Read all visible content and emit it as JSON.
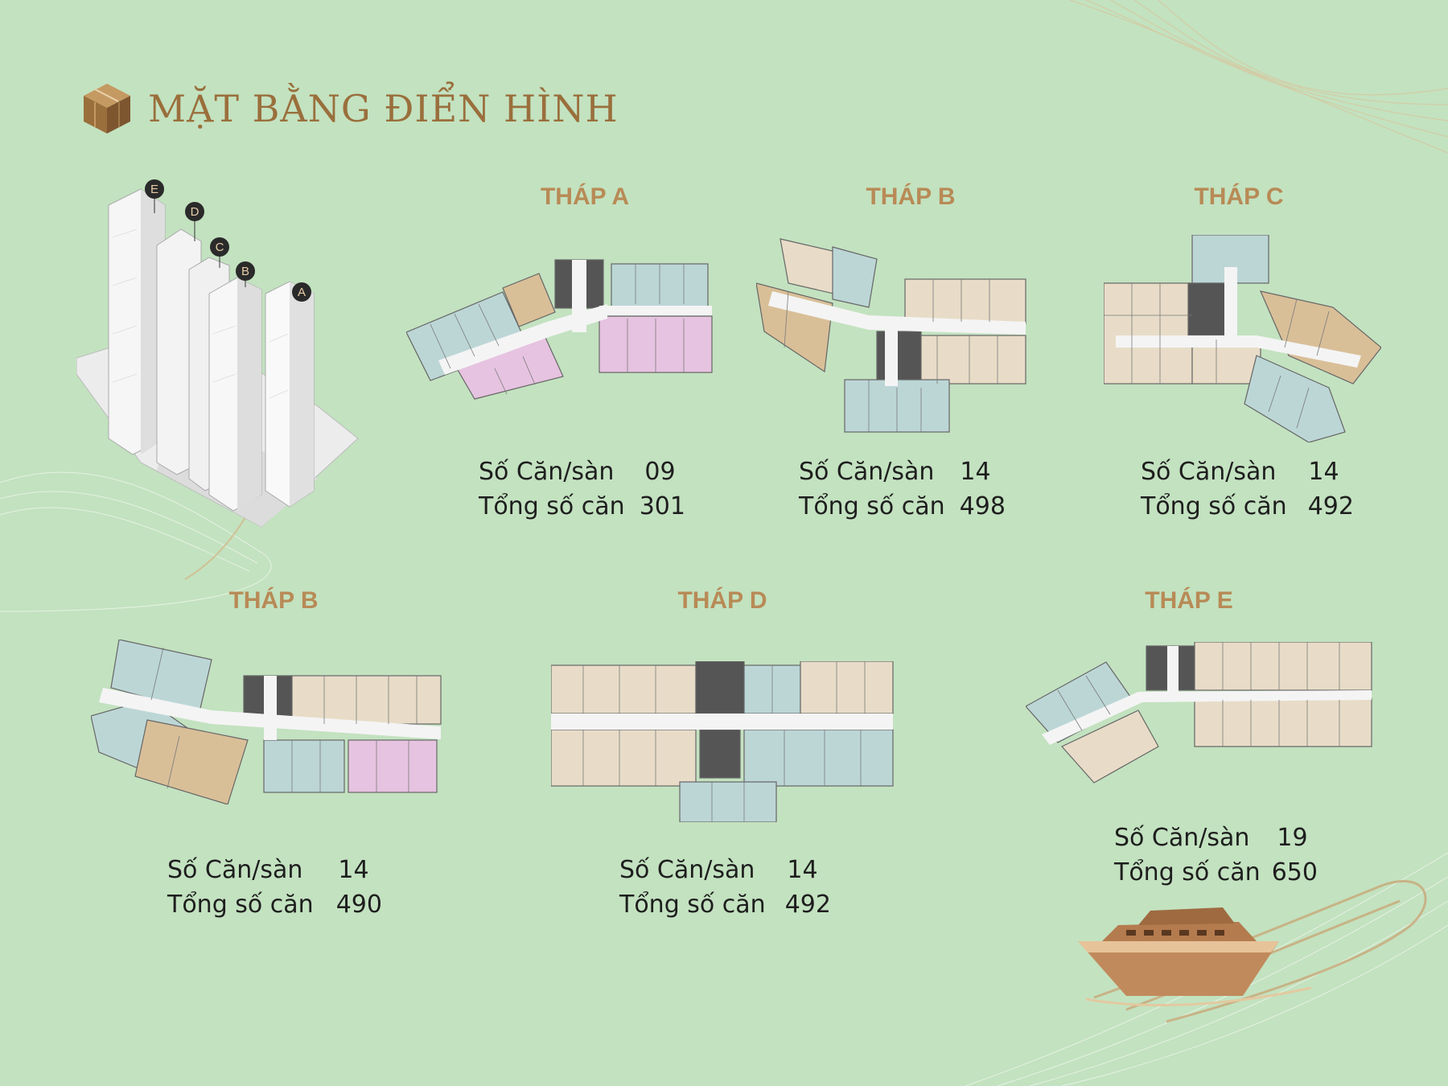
{
  "page": {
    "title": "MẶT BẰNG ĐIỂN HÌNH"
  },
  "illustration": {
    "labels": [
      "E",
      "D",
      "C",
      "B",
      "A"
    ]
  },
  "towers": [
    {
      "name": "THÁP A",
      "units_label": "Số Căn/sàn",
      "units_value": "09",
      "total_label": "Tổng số căn",
      "total_value": "301"
    },
    {
      "name": "THÁP B",
      "units_label": "Số Căn/sàn",
      "units_value": "14",
      "total_label": "Tổng số căn",
      "total_value": "498"
    },
    {
      "name": "THÁP C",
      "units_label": "Số Căn/sàn",
      "units_value": "14",
      "total_label": "Tổng số căn",
      "total_value": "492"
    },
    {
      "name": "THÁP B",
      "units_label": "Số Căn/sàn",
      "units_value": "14",
      "total_label": "Tổng số căn",
      "total_value": "490"
    },
    {
      "name": "THÁP D",
      "units_label": "Số Căn/sàn",
      "units_value": "14",
      "total_label": "Tổng số căn",
      "total_value": "492"
    },
    {
      "name": "THÁP E",
      "units_label": "Số Căn/sàn",
      "units_value": "19",
      "total_label": "Tổng số căn",
      "total_value": "650"
    }
  ],
  "colors": {
    "background": "#c3e2c0",
    "gold": "#b88a56",
    "unit_beige": "#e8dcc8",
    "unit_blue": "#bcd6d6",
    "unit_pink": "#e6c3e0",
    "unit_tan": "#d9bf98",
    "core": "#555555",
    "corridor": "#f4f4f4"
  }
}
